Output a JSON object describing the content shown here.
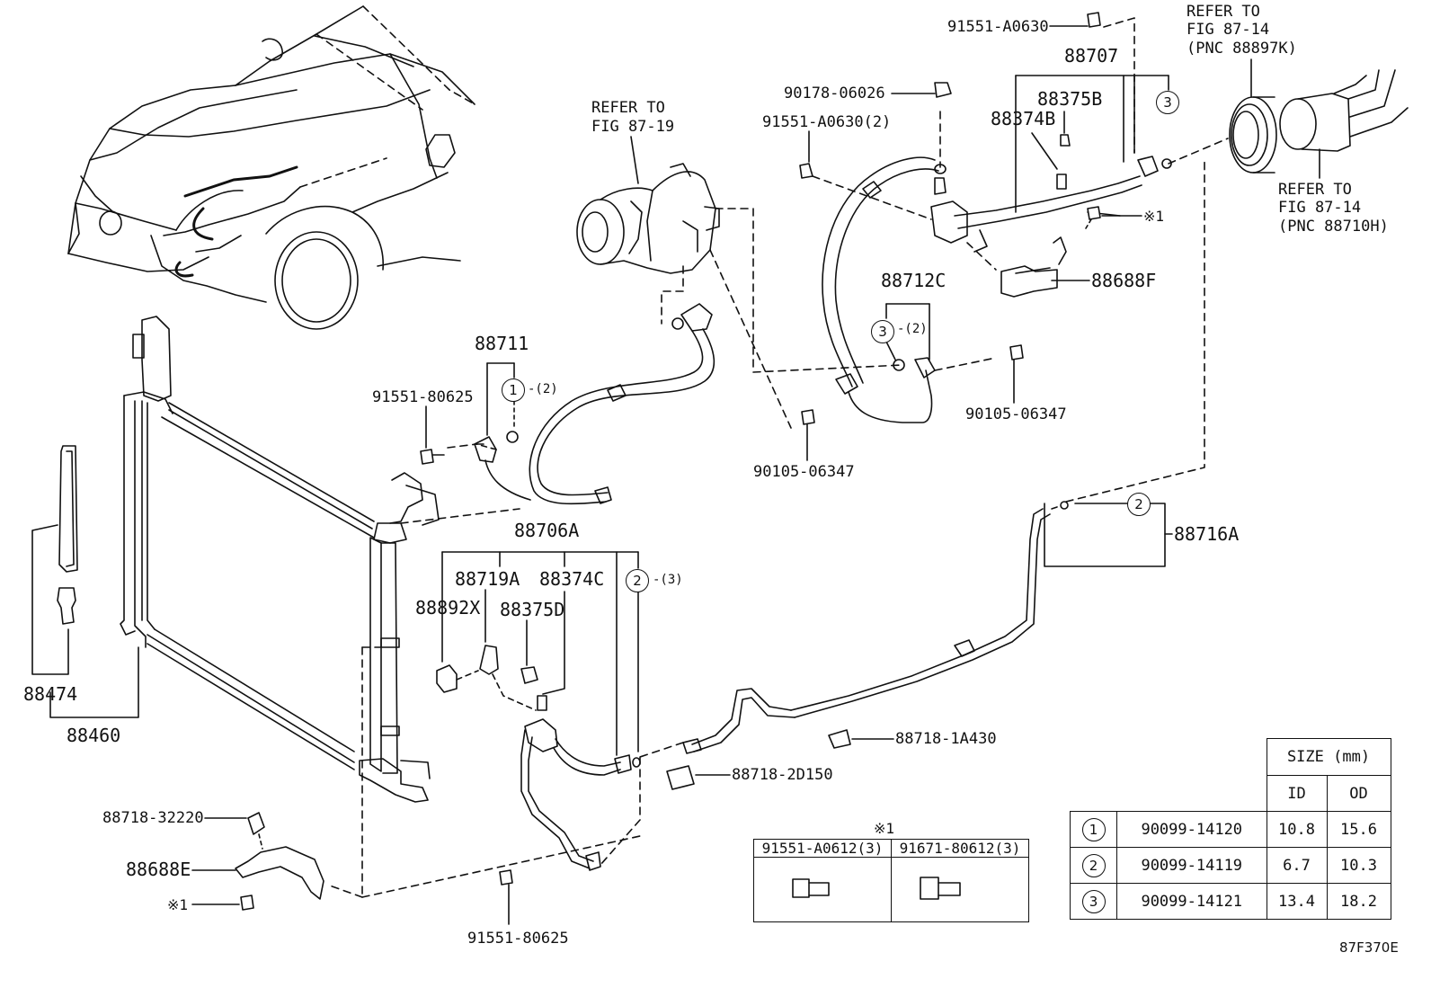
{
  "diagram_code": "87F370E",
  "callouts": {
    "p91551_A0630_top": "91551-A0630",
    "p88707": "88707",
    "refer_88897K_l1": "REFER TO",
    "refer_88897K_l2": "FIG 87-14",
    "refer_88897K_l3": "(PNC 88897K)",
    "p90178_06026": "90178-06026",
    "p88375B": "88375B",
    "p88374B": "88374B",
    "p91551_A0630_2": "91551-A0630(2)",
    "refer_8719_l1": "REFER TO",
    "refer_8719_l2": "FIG 87-19",
    "refer_88710H_l1": "REFER TO",
    "refer_88710H_l2": "FIG 87-14",
    "refer_88710H_l3": "(PNC 88710H)",
    "star1_top": "※1",
    "p88688F": "88688F",
    "p88712C": "88712C",
    "qty_88712C": "-(2)",
    "p88711": "88711",
    "qty_88711": "-(2)",
    "p91551_80625_top": "91551-80625",
    "p90105_06347_right": "90105-06347",
    "p90105_06347_mid": "90105-06347",
    "p88716A": "88716A",
    "p88706A": "88706A",
    "p88719A": "88719A",
    "p88374C": "88374C",
    "qty_88706A": "-(3)",
    "p88892X": "88892X",
    "p88375D": "88375D",
    "p88474": "88474",
    "p88460": "88460",
    "p88718_1A430": "88718-1A430",
    "p88718_2D150": "88718-2D150",
    "p88718_32220": "88718-32220",
    "p88688E": "88688E",
    "star1_bottom": "※1",
    "p91551_80625_bottom": "91551-80625"
  },
  "circle_marks": [
    "1",
    "2",
    "3"
  ],
  "bolt_table": {
    "header": "※1",
    "columns": [
      "91551-A0612(3)",
      "91671-80612(3)"
    ]
  },
  "size_table": {
    "title": "SIZE (mm)",
    "columns": [
      "ID",
      "OD"
    ],
    "rows": [
      {
        "mark": "1",
        "part": "90099-14120",
        "id": "10.8",
        "od": "15.6"
      },
      {
        "mark": "2",
        "part": "90099-14119",
        "id": "6.7",
        "od": "10.3"
      },
      {
        "mark": "3",
        "part": "90099-14121",
        "id": "13.4",
        "od": "18.2"
      }
    ]
  }
}
